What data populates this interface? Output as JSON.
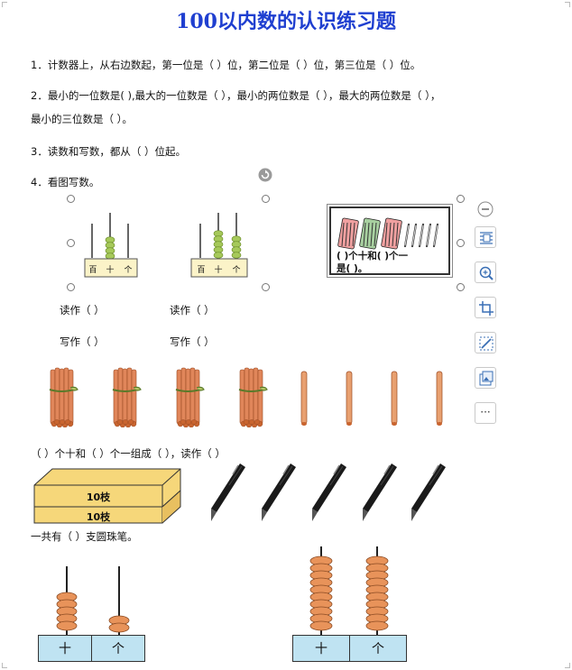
{
  "page": {
    "title": "100以内数的认识练习题"
  },
  "questions": [
    {
      "id": "q1",
      "text": "1．计数器上，从右边数起，第一位是（     ）位，第二位是（      ）位，第三位是（     ）位。"
    },
    {
      "id": "q2a",
      "text": "2．最小的一位数是(     ),最大的一位数是（      ），最小的两位数是（   ），最大的两位数是（    ），"
    },
    {
      "id": "q2b",
      "text": "最小的三位数是（    ）。"
    },
    {
      "id": "q3",
      "text": "3．读数和写数，都从（   ）位起。"
    },
    {
      "id": "q4",
      "text": "4．看图写数。"
    }
  ],
  "abacus_small": {
    "left": {
      "labels": [
        "百",
        "十",
        "个"
      ]
    },
    "right": {
      "labels": [
        "百",
        "十",
        "个"
      ]
    }
  },
  "read_write": {
    "left_read": "读作（          ）",
    "left_write": "写作（          ）",
    "right_read": "读作（              ）",
    "right_write": "写作（              ）"
  },
  "stick_box": {
    "line1": "(   )个十和(      )个一",
    "line2": "是(    )。"
  },
  "sticks_caption": "（          ）个十和（          ）个一组成（         ），读作（            ）",
  "pen_box": {
    "top_label": "10枝",
    "bottom_label": "10枝"
  },
  "pens_caption": "一共有（          ）支圆珠笔。",
  "abacus_big": {
    "left": {
      "labels": [
        "十",
        "个"
      ]
    },
    "right": {
      "labels": [
        "十",
        "个"
      ]
    }
  },
  "toolbar": {
    "items": [
      "collapse-icon",
      "layout-options-icon",
      "zoom-icon",
      "crop-icon",
      "shape-fill-icon",
      "change-image-icon",
      "more-icon"
    ],
    "more_label": "···"
  },
  "colors": {
    "title": "#1f3fd0",
    "bead_green": "#a6c95a",
    "bead_orange": "#e8935a",
    "stick_orange": "#e0865a",
    "box_yellow": "#f6d77a",
    "cell_blue": "#bfe3f2"
  }
}
